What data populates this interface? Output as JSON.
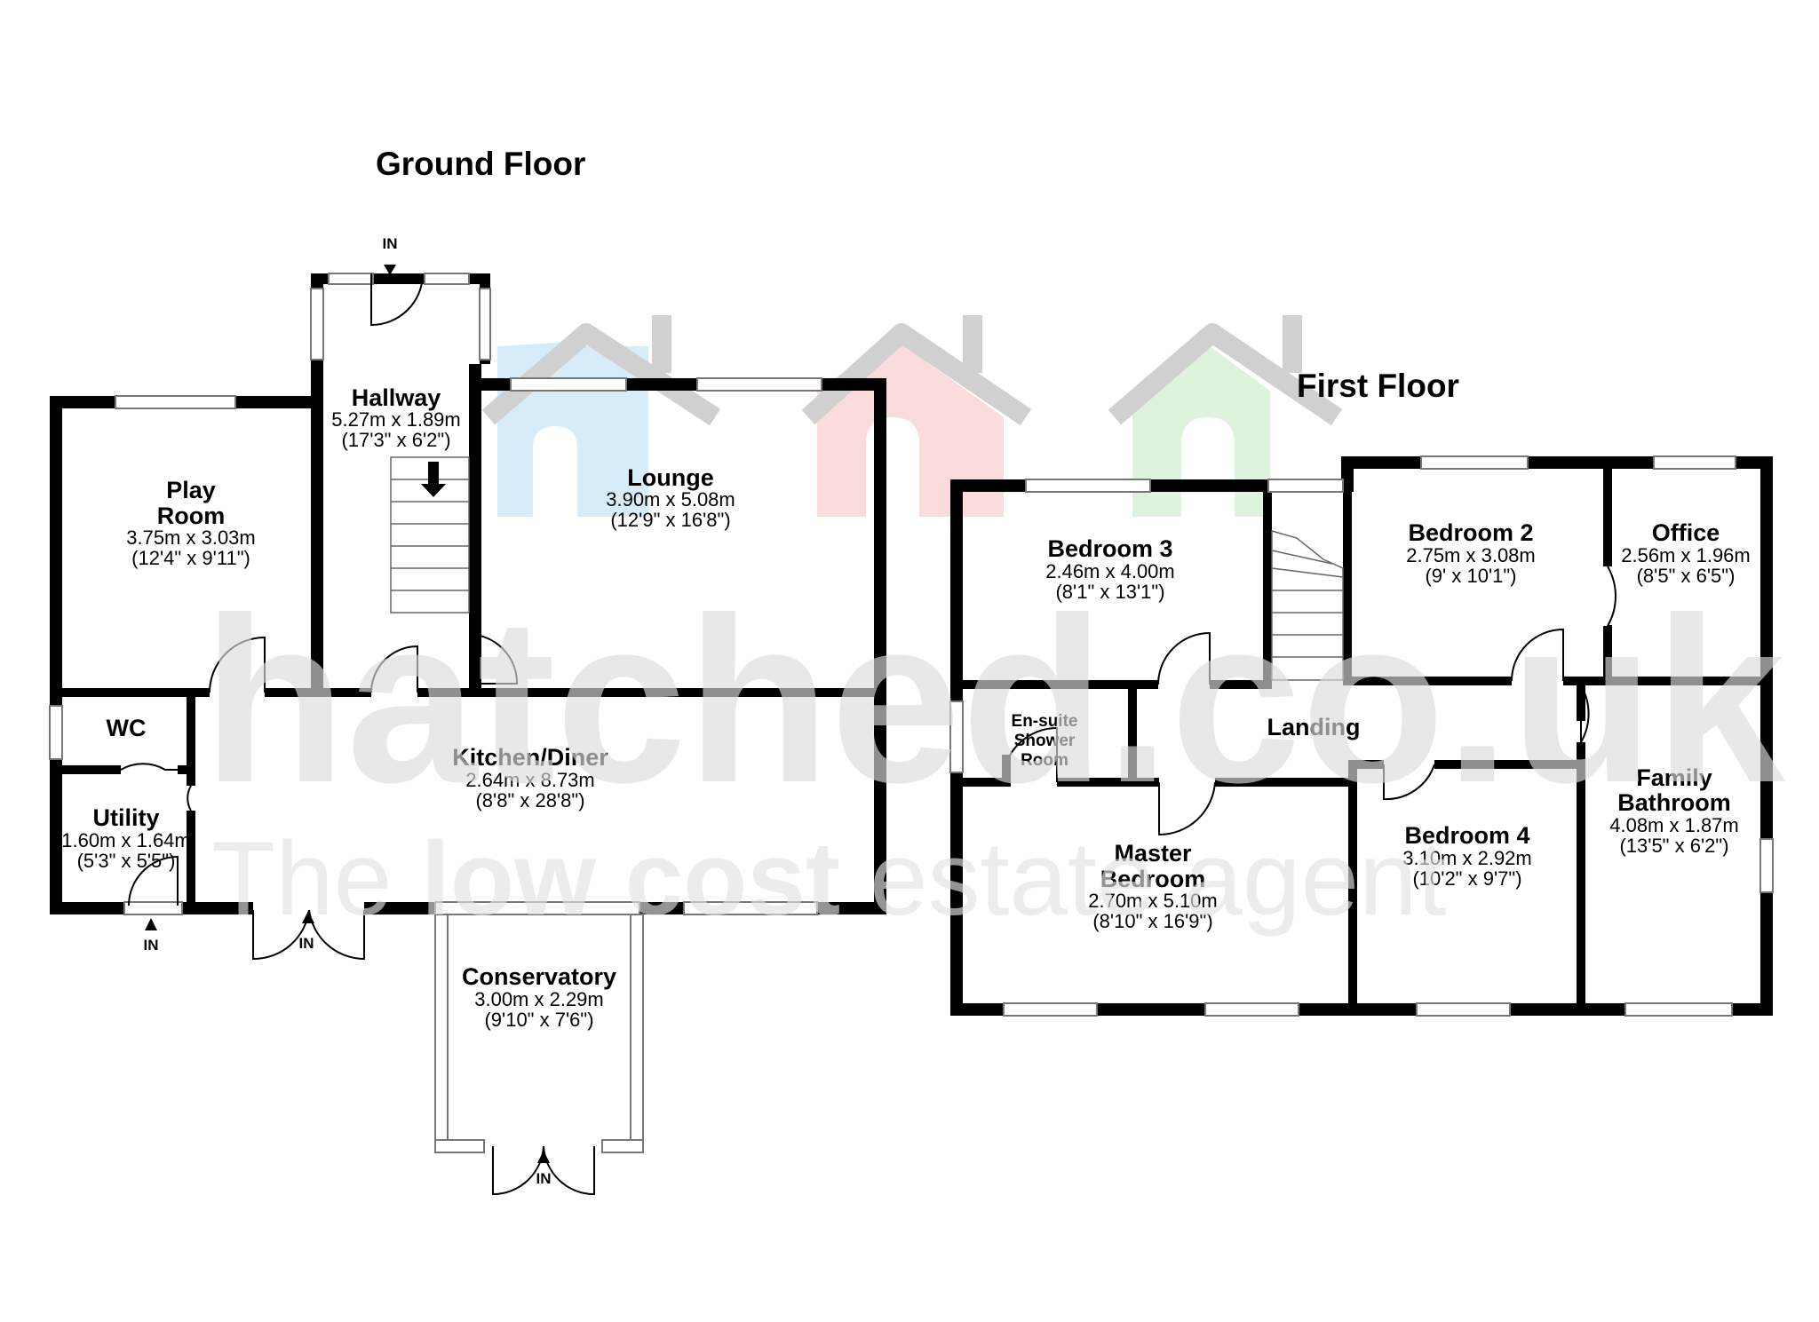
{
  "floors": {
    "ground": {
      "title": "Ground Floor",
      "rooms": {
        "play_room": {
          "name_line1": "Play",
          "name_line2": "Room",
          "metric": "3.75m x 3.03m",
          "imperial": "(12'4\" x 9'11\")"
        },
        "hallway": {
          "name": "Hallway",
          "metric": "5.27m x 1.89m",
          "imperial": "(17'3\" x 6'2\")"
        },
        "lounge": {
          "name": "Lounge",
          "metric": "3.90m x 5.08m",
          "imperial": "(12'9\" x 16'8\")"
        },
        "wc": {
          "name": "WC"
        },
        "utility": {
          "name": "Utility",
          "metric": "1.60m x 1.64m",
          "imperial": "(5'3\" x 5'5\")"
        },
        "kitchen_diner": {
          "name": "Kitchen/Diner",
          "metric": "2.64m x 8.73m",
          "imperial": "(8'8\" x 28'8\")"
        },
        "conservatory": {
          "name": "Conservatory",
          "metric": "3.00m x 2.29m",
          "imperial": "(9'10\" x 7'6\")"
        }
      },
      "entrances": [
        "IN",
        "IN",
        "IN",
        "IN"
      ]
    },
    "first": {
      "title": "First Floor",
      "rooms": {
        "bedroom_3": {
          "name": "Bedroom 3",
          "metric": "2.46m x 4.00m",
          "imperial": "(8'1\" x 13'1\")"
        },
        "bedroom_2": {
          "name": "Bedroom 2",
          "metric": "2.75m x 3.08m",
          "imperial": "(9' x 10'1\")"
        },
        "office": {
          "name": "Office",
          "metric": "2.56m x 1.96m",
          "imperial": "(8'5\" x 6'5\")"
        },
        "ensuite": {
          "name_line1": "En-suite",
          "name_line2": "Shower",
          "name_line3": "Room"
        },
        "landing": {
          "name": "Landing"
        },
        "family_bathroom": {
          "name_line1": "Family",
          "name_line2": "Bathroom",
          "metric": "4.08m x 1.87m",
          "imperial": "(13'5\" x 6'2\")"
        },
        "master_bedroom": {
          "name_line1": "Master",
          "name_line2": "Bedroom",
          "metric": "2.70m x 5.10m",
          "imperial": "(8'10\" x 16'9\")"
        },
        "bedroom_4": {
          "name": "Bedroom 4",
          "metric": "3.10m x 2.92m",
          "imperial": "(10'2\" x 9'7\")"
        }
      }
    }
  },
  "watermark": {
    "brand_text": "hatched.co.uk",
    "tagline_part1": "The ",
    "tagline_bold": "low cost",
    "tagline_part2": " estate agent",
    "logo_colors": {
      "house_outline": "#d0d0d0",
      "blue": "#d6ecf8",
      "red": "#fbdcdc",
      "green": "#def3de"
    }
  }
}
